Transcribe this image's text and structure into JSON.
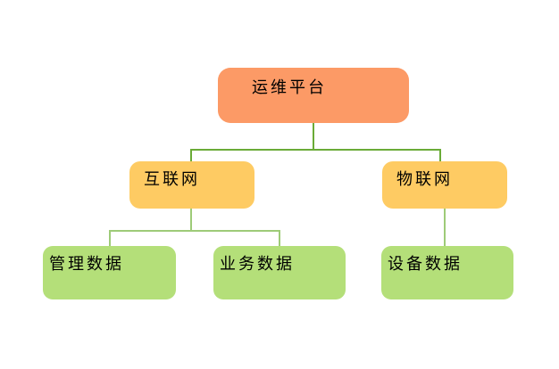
{
  "diagram": {
    "nodes": [
      {
        "id": "root",
        "label": "运维平台",
        "level": 1,
        "fill": "#fc9a66",
        "parent": null
      },
      {
        "id": "internet",
        "label": "互联网",
        "level": 2,
        "fill": "#fecb63",
        "parent": "运维平台"
      },
      {
        "id": "iot",
        "label": "物联网",
        "level": 2,
        "fill": "#fecb63",
        "parent": "运维平台"
      },
      {
        "id": "mgmt",
        "label": "管理数据",
        "level": 3,
        "fill": "#b4df79",
        "parent": "互联网"
      },
      {
        "id": "business",
        "label": "业务数据",
        "level": 3,
        "fill": "#b4df79",
        "parent": "互联网"
      },
      {
        "id": "device",
        "label": "设备数据",
        "level": 3,
        "fill": "#b4df79",
        "parent": "物联网"
      }
    ],
    "edges": [
      {
        "from": "运维平台",
        "to": "互联网"
      },
      {
        "from": "运维平台",
        "to": "物联网"
      },
      {
        "from": "互联网",
        "to": "管理数据"
      },
      {
        "from": "互联网",
        "to": "业务数据"
      },
      {
        "from": "物联网",
        "to": "设备数据"
      }
    ],
    "connector_colors": {
      "upper": "#6aab37",
      "lower": "#9ecb78"
    },
    "colors": {
      "root_fill": "#fc9a66",
      "level2_fill": "#fecb63",
      "level3_fill": "#b4df79",
      "text": "#000000",
      "background": "#ffffff"
    }
  }
}
